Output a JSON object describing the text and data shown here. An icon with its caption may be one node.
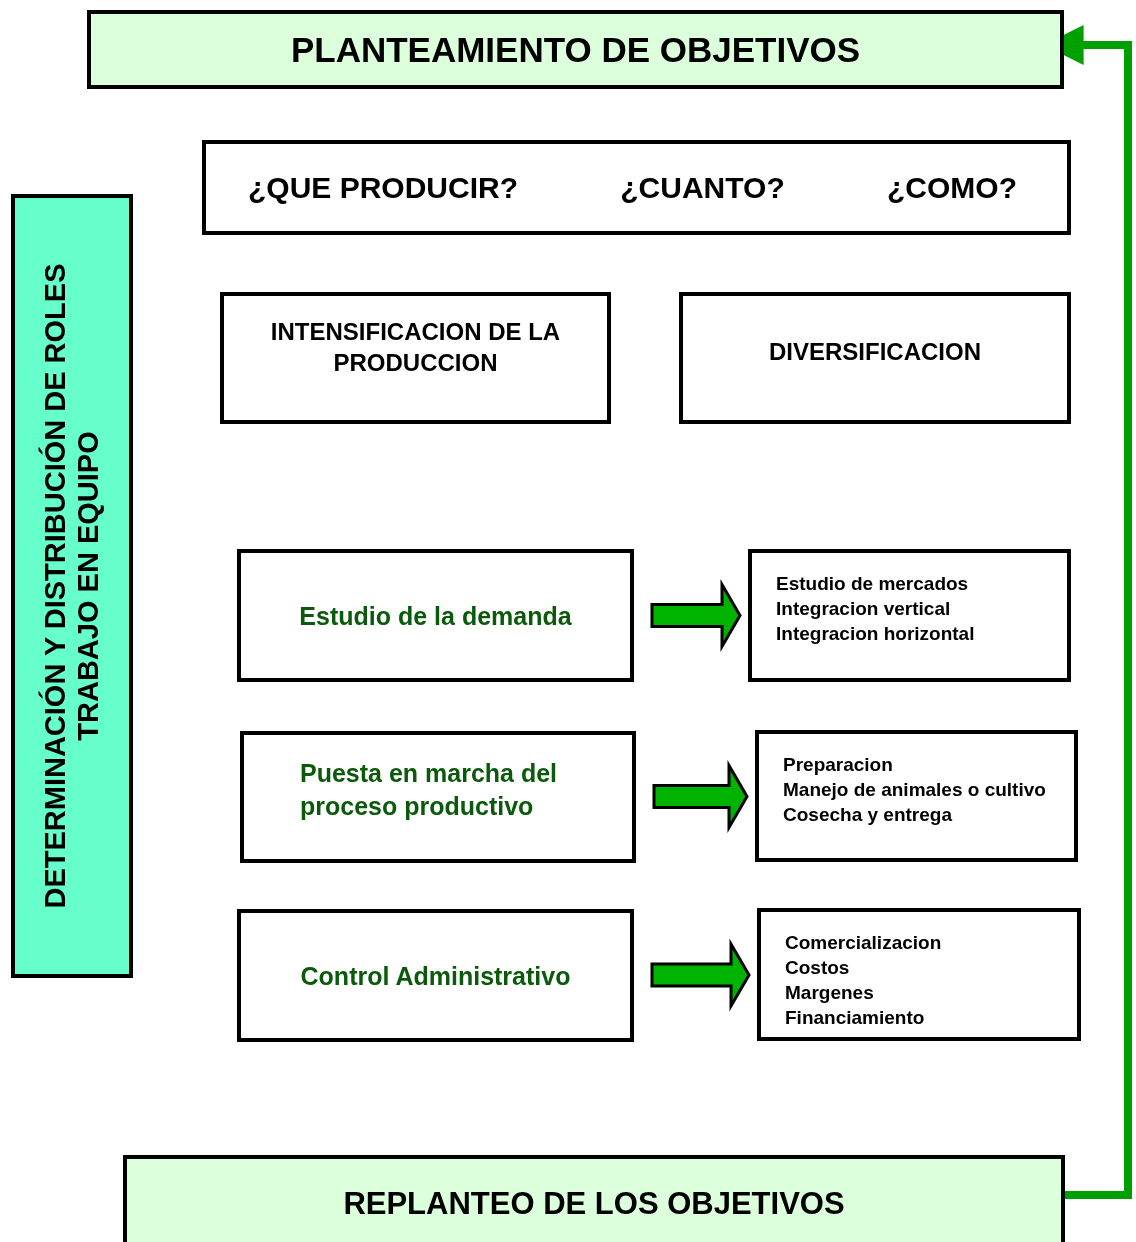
{
  "diagram": {
    "nodes": [
      {
        "text": [
          "PLANTEAMIENTO DE OBJETIVOS"
        ]
      },
      {
        "text": [
          "DETERMINACIÓN Y DISTRIBUCIÓN DE ROLES",
          "TRABAJO EN EQUIPO"
        ]
      },
      {
        "text": [
          "¿QUE PRODUCIR?",
          "¿CUANTO?",
          "¿COMO?"
        ]
      },
      {
        "text": [
          "INTENSIFICACION DE LA PRODUCCION"
        ]
      },
      {
        "text": [
          "DIVERSIFICACION"
        ]
      },
      {
        "text": [
          "Estudio de la demanda"
        ]
      },
      {
        "text": [
          "Estudio de mercados",
          "Integracion vertical",
          "Integracion horizontal"
        ]
      },
      {
        "text": [
          "Puesta en marcha del proceso productivo"
        ]
      },
      {
        "text": [
          "Preparacion",
          "Manejo de animales o cultivo",
          "Cosecha y entrega"
        ]
      },
      {
        "text": [
          "Control  Administrativo"
        ]
      },
      {
        "text": [
          "Comercializacion",
          "Costos",
          "Margenes",
          "Financiamiento"
        ]
      },
      {
        "text": [
          "REPLANTEO DE LOS OBJETIVOS"
        ]
      }
    ],
    "edges": [
      {
        "from": 5,
        "to": 6,
        "arrow": "to",
        "style": "thick"
      },
      {
        "from": 7,
        "to": 8,
        "arrow": "to",
        "style": "thick"
      },
      {
        "from": 9,
        "to": 10,
        "arrow": "to",
        "style": "thick"
      },
      {
        "from": 11,
        "to": 0,
        "arrow": "to"
      }
    ]
  }
}
